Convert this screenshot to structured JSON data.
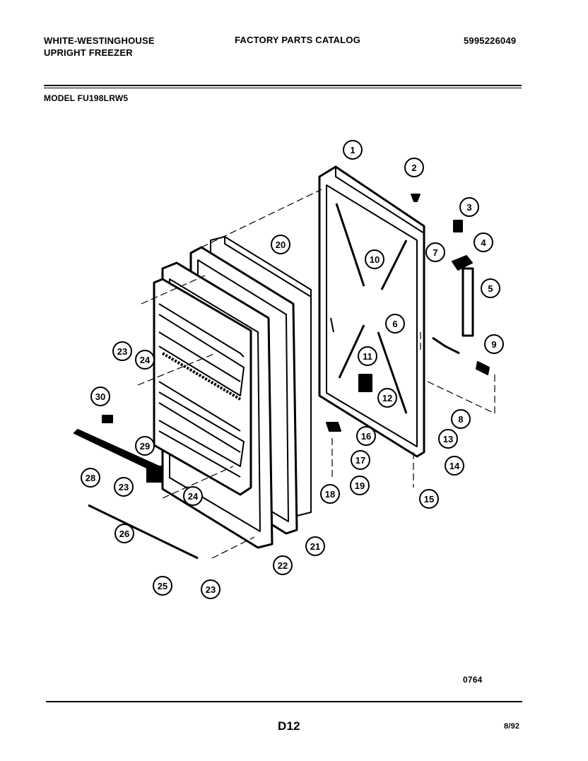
{
  "header": {
    "brand": "WHITE-WESTINGHOUSE",
    "product": "UPRIGHT FREEZER",
    "catalog": "FACTORY PARTS CATALOG",
    "catalog_number": "5995226049",
    "model": "MODEL FU198LRW5"
  },
  "diagram": {
    "figure_code": "0764",
    "callouts": [
      "1",
      "2",
      "3",
      "4",
      "5",
      "6",
      "7",
      "8",
      "9",
      "10",
      "11",
      "12",
      "13",
      "14",
      "15",
      "16",
      "17",
      "18",
      "19",
      "20",
      "21",
      "22",
      "23",
      "23",
      "23",
      "24",
      "24",
      "25",
      "26",
      "28",
      "29",
      "30"
    ]
  },
  "footer": {
    "page": "D12",
    "date": "8/92"
  }
}
